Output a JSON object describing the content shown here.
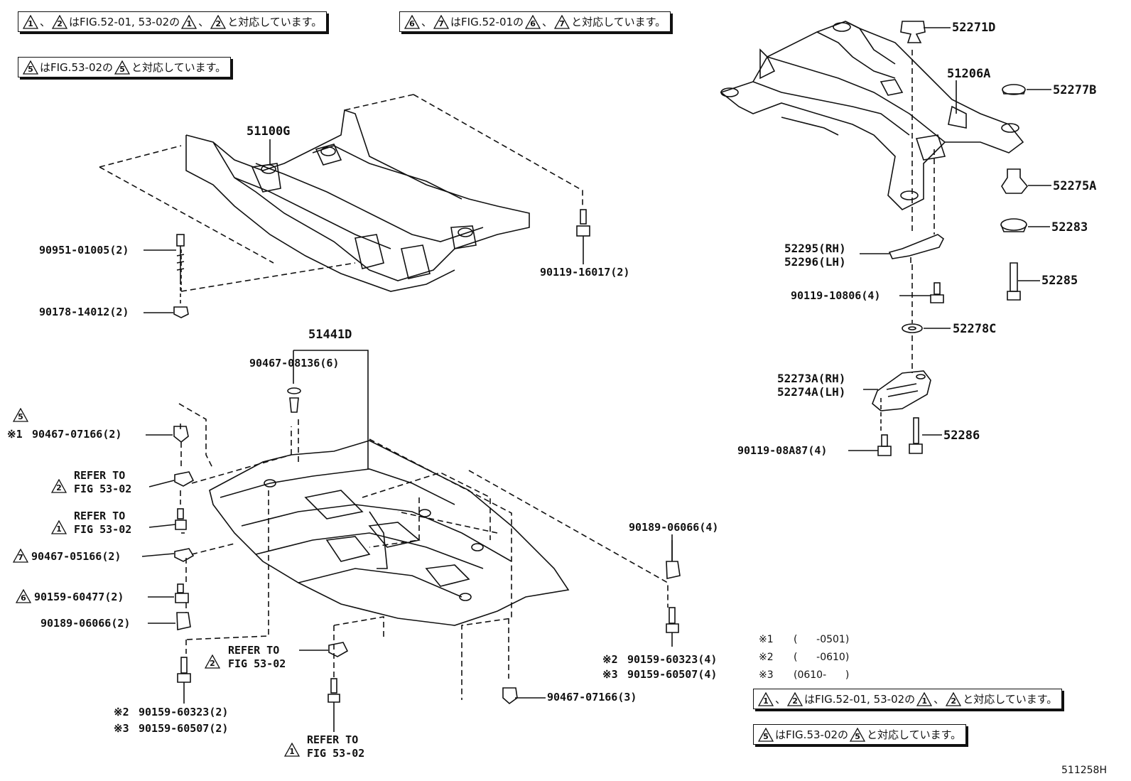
{
  "notes": {
    "top_a": {
      "t1": "1",
      "t2": "2",
      "mid": "はFIG.52-01, 53-02の",
      "t3": "1",
      "t4": "2",
      "end": "と対応しています。"
    },
    "top_b": {
      "t1": "6",
      "t2": "7",
      "mid": "はFIG.52-01の",
      "t3": "6",
      "t4": "7",
      "end": "と対応しています。"
    },
    "top_c": {
      "t1": "5",
      "mid": "はFIG.53-02の",
      "t2": "5",
      "end": "と対応しています。"
    },
    "bot_a": {
      "t1": "1",
      "t2": "2",
      "mid": "はFIG.52-01, 53-02の",
      "t3": "1",
      "t4": "2",
      "end": "と対応しています。"
    },
    "bot_b": {
      "t1": "5",
      "mid": "はFIG.53-02の",
      "t2": "5",
      "end": "と対応しています。"
    },
    "sep": "、"
  },
  "parts": {
    "p51100G": "51100G",
    "p90951": "90951-01005(2)",
    "p90178": "90178-14012(2)",
    "p90119_16017": "90119-16017(2)",
    "p51441D": "51441D",
    "p90467_08136": "90467-08136(6)",
    "p90467_07166_2": "90467-07166(2)",
    "p90467_05166": "90467-05166(2)",
    "p90159_60477": "90159-60477(2)",
    "p90189_06066_2": "90189-06066(2)",
    "p90159_60323_2": "90159-60323(2)",
    "p90159_60507_2": "90159-60507(2)",
    "p90189_06066_4": "90189-06066(4)",
    "p90159_60323_4": "90159-60323(4)",
    "p90159_60507_4": "90159-60507(4)",
    "p90467_07166_3": "90467-07166(3)",
    "p52271D": "52271D",
    "p51206A": "51206A",
    "p52277B": "52277B",
    "p52275A": "52275A",
    "p52283": "52283",
    "p52285": "52285",
    "p52295": "52295(RH)",
    "p52296": "52296(LH)",
    "p90119_10806": "90119-10806(4)",
    "p52278C": "52278C",
    "p52273A": "52273A(RH)",
    "p52274A": "52274A(LH)",
    "p52286": "52286",
    "p90119_08A87": "90119-08A87(4)"
  },
  "refs": {
    "refer_to": "REFER TO",
    "fig": "FIG 53-02",
    "r1_tri": "2",
    "r2_tri": "1",
    "r3_tri": "2",
    "r4_tri": "1",
    "tri5": "5",
    "tri7": "7",
    "tri6": "6"
  },
  "marks": {
    "m1": "※1",
    "m2": "※2",
    "m3": "※3"
  },
  "legend": [
    {
      "mark": "※1",
      "range": "(      -0501)"
    },
    {
      "mark": "※2",
      "range": "(      -0610)"
    },
    {
      "mark": "※3",
      "range": "(0610-      )"
    }
  ],
  "figure_code": "511258H"
}
